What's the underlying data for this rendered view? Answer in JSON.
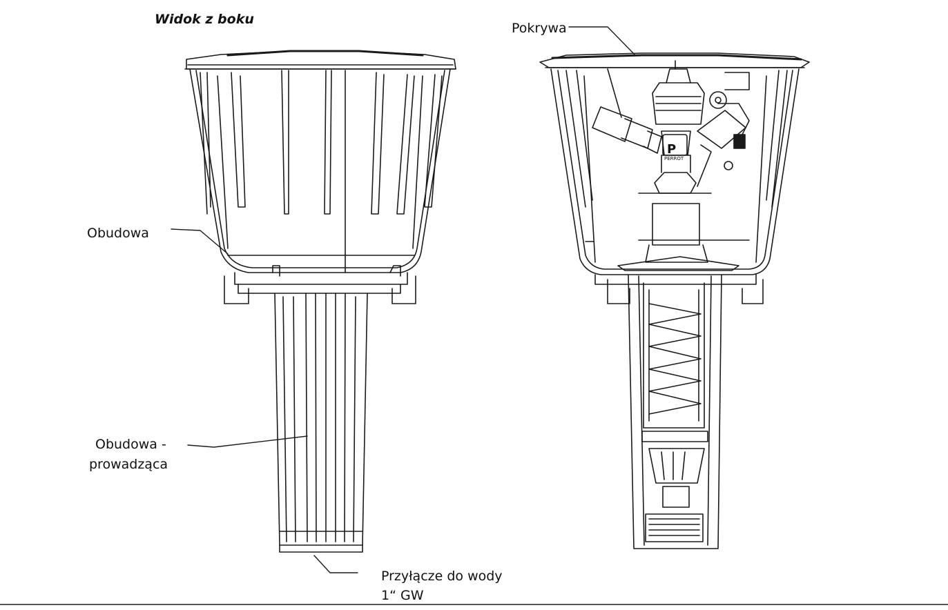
{
  "title": "Widok z boku",
  "labels": {
    "cover": "Pokrywa",
    "housing": "Obudowa",
    "guide_line1": "Obudowa -",
    "guide_line2": "prowadząca",
    "connection_line1": "Przyłącze do wody",
    "connection_line2": "1“ GW"
  },
  "logo_text": "PERROT",
  "colors": {
    "stroke": "#1a1a1a",
    "background": "#ffffff"
  }
}
